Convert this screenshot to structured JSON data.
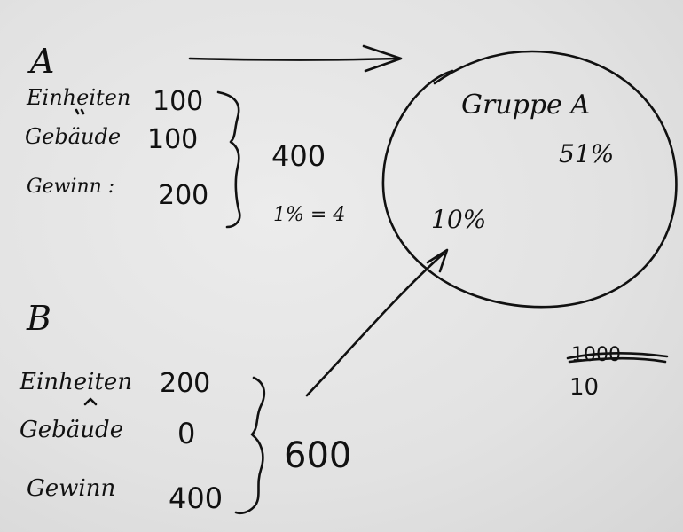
{
  "section_a": {
    "label": "A",
    "rows": [
      {
        "name": "Einheiten",
        "value": "100"
      },
      {
        "name": "Gebäude",
        "value": "100"
      },
      {
        "name": "Gewinn :",
        "value": "200"
      }
    ],
    "total": "400",
    "note": "1% = 4"
  },
  "section_b": {
    "label": "B",
    "rows": [
      {
        "name": "Einheiten",
        "value": "200"
      },
      {
        "name": "Gebäude",
        "value": "0"
      },
      {
        "name": "Gewinn",
        "value": "400"
      }
    ],
    "total": "600"
  },
  "group": {
    "title": "Gruppe A",
    "share_major": "51%",
    "share_minor": "10%"
  },
  "side_note": {
    "struck": "1000",
    "value": "10"
  },
  "colors": {
    "ink": "#111111",
    "paper": "#e3e3e3"
  }
}
